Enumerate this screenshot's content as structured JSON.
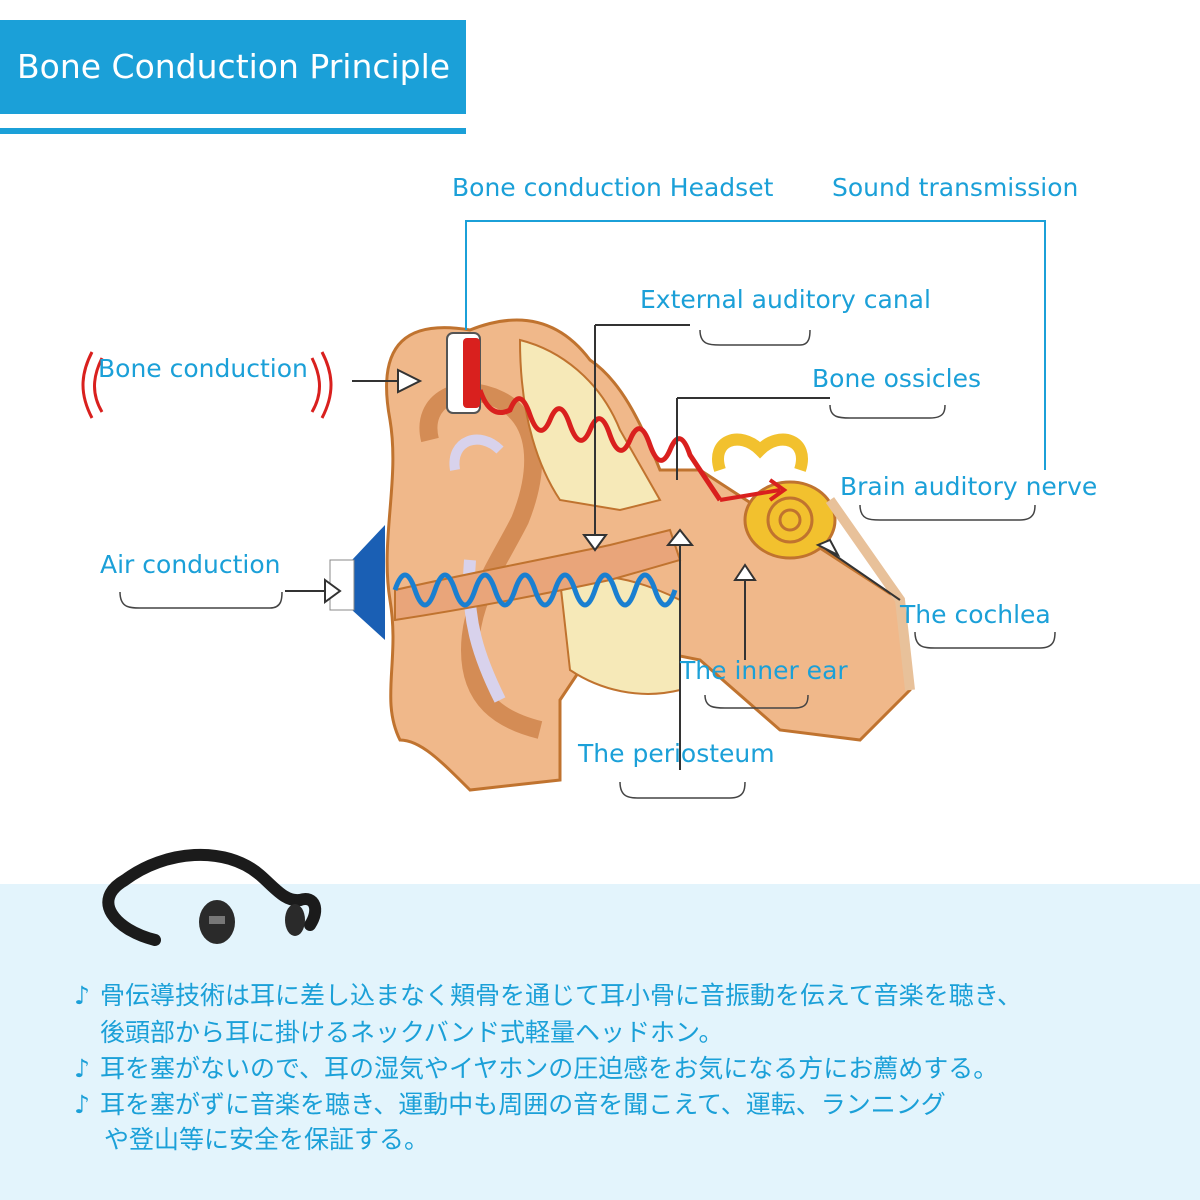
{
  "title": "Bone Conduction Principle",
  "labels": {
    "headset": "Bone conduction Headset",
    "sound_transmission": "Sound transmission",
    "external_canal": "External auditory canal",
    "bone_conduction": "Bone conduction",
    "bone_ossicles": "Bone ossicles",
    "brain_nerve": "Brain auditory nerve",
    "air_conduction": "Air conduction",
    "cochlea": "The cochlea",
    "inner_ear": "The inner ear",
    "periosteum": "The periosteum"
  },
  "colors": {
    "accent": "#1ba0d8",
    "bone_signal": "#d9201e",
    "air_signal": "#1a7fd0",
    "panel_bg": "#e3f4fc",
    "skin": "#f0b88a"
  },
  "notes": {
    "bullet_icon": "eighth-note-icon",
    "symbol": "♪",
    "line1": "骨伝導技術は耳に差し込まなく頬骨を通じて耳小骨に音振動を伝えて音楽を聴き、",
    "line1b": "後頭部から耳に掛けるネックバンド式軽量ヘッドホン。",
    "line2": "耳を塞がないので、耳の湿気やイヤホンの圧迫感をお気になる方にお薦めする。",
    "line3": "耳を塞がずに音楽を聴き、運動中も周囲の音を聞こえて、運転、ランニング",
    "line3b": "や登山等に安全を保証する。"
  }
}
